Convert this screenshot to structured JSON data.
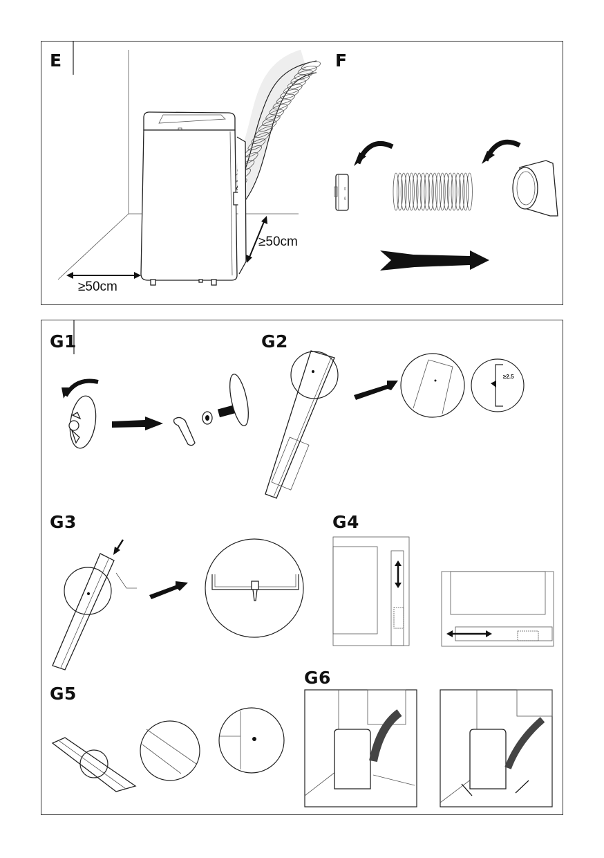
{
  "figures": {
    "E": {
      "label": "E",
      "clearance_side": "≥50cm",
      "clearance_back": "≥50cm"
    },
    "F": {
      "label": "F"
    },
    "G1": {
      "label": "G1"
    },
    "G2": {
      "label": "G2",
      "detail_dimension": "≥2.5"
    },
    "G3": {
      "label": "G3"
    },
    "G4": {
      "label": "G4"
    },
    "G5": {
      "label": "G5"
    },
    "G6": {
      "label": "G6"
    }
  },
  "colors": {
    "ink": "#111111",
    "frame": "#333333",
    "background": "#ffffff"
  }
}
